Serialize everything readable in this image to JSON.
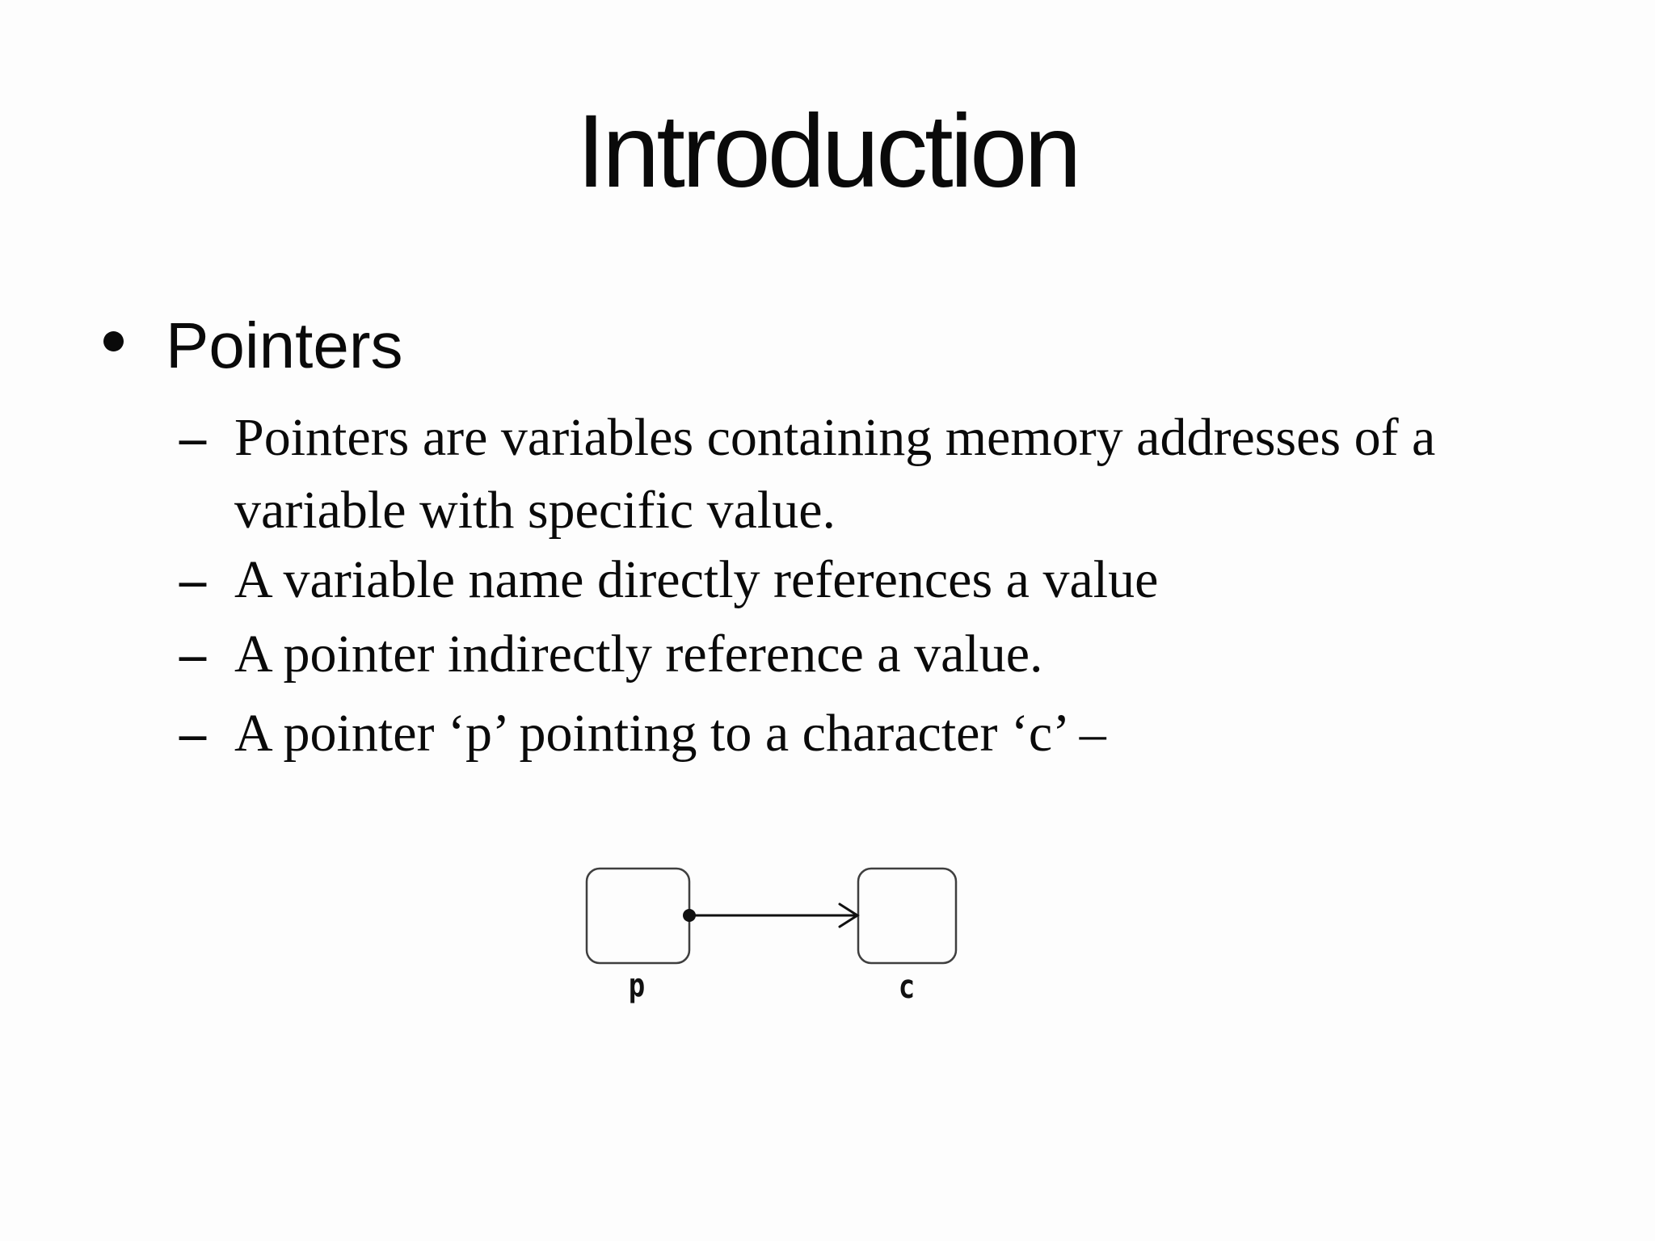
{
  "slide": {
    "title": "Introduction",
    "bullet": {
      "label": "Pointers",
      "sub_bullets": [
        {
          "marker": "–",
          "text": "Pointers are variables containing memory addresses of a variable with specific value."
        },
        {
          "marker": "–",
          "text": "A variable name directly references a value"
        },
        {
          "marker": "–",
          "text": "A pointer indirectly reference a value."
        },
        {
          "marker": "–",
          "text": "A pointer ‘p’ pointing to a character ‘c’ –"
        }
      ]
    },
    "diagram": {
      "pointer_box_label": "p",
      "target_box_label": "c"
    },
    "colors": {
      "background": "#fdfdfd",
      "text": "#0a0a0a",
      "box_border": "#3f3f3f",
      "arrow": "#111111"
    }
  }
}
